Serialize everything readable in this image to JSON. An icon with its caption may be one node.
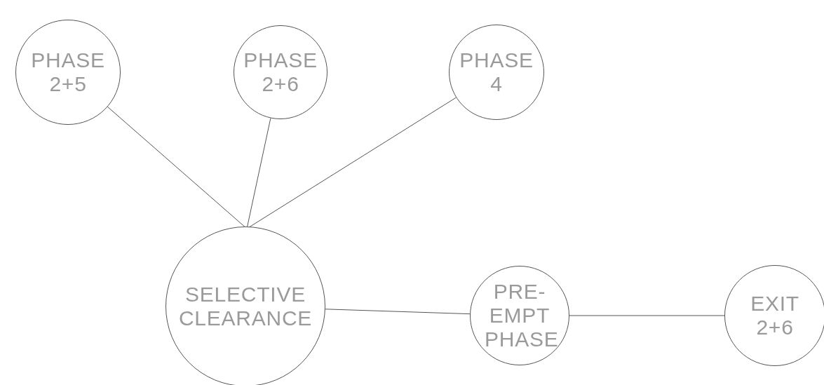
{
  "diagram": {
    "nodes": [
      {
        "text": [
          "PHASE 2+5"
        ]
      },
      {
        "text": [
          "PHASE 2+6"
        ]
      },
      {
        "text": [
          "PHASE 4"
        ]
      },
      {
        "text": [
          "SELECTIVE CLEARANCE"
        ]
      },
      {
        "text": [
          "PRE- EMPT PHASE"
        ]
      },
      {
        "text": [
          "EXIT 2+6"
        ]
      }
    ],
    "edges": [
      {
        "from": 0,
        "to": 3,
        "arrow": "none"
      },
      {
        "from": 1,
        "to": 3,
        "arrow": "none"
      },
      {
        "from": 2,
        "to": 3,
        "arrow": "none"
      },
      {
        "from": 3,
        "to": 4,
        "arrow": "none"
      },
      {
        "from": 4,
        "to": 5,
        "arrow": "none"
      }
    ]
  }
}
